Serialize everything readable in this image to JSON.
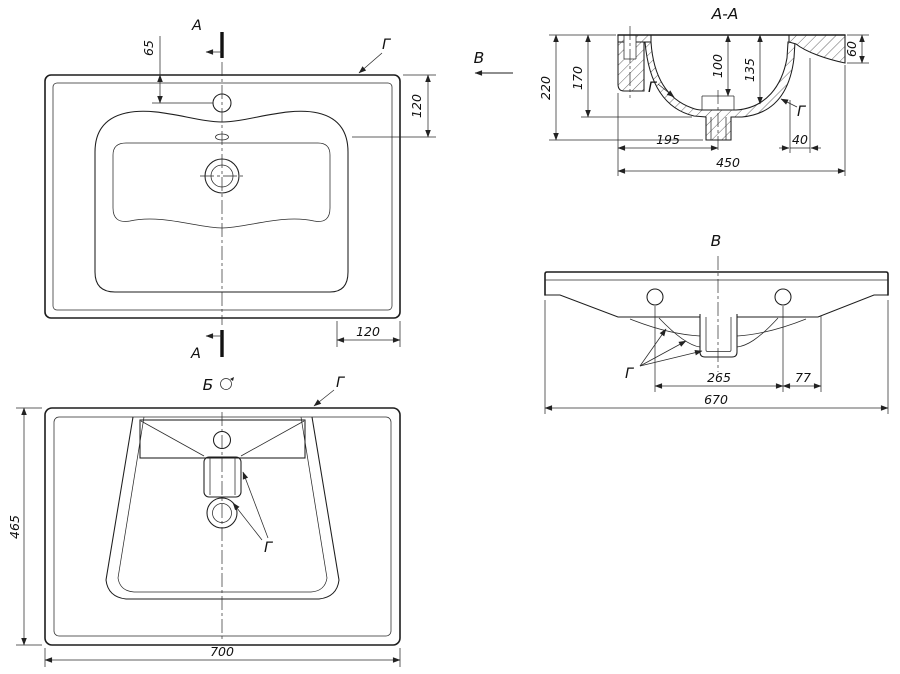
{
  "colors": {
    "line": "#1d1d1d",
    "background": "#ffffff"
  },
  "drawing": {
    "plan": {
      "section_label_top": "A",
      "section_label_bottom": "A",
      "detail_label": "Г",
      "dim_faucet_offset": "65",
      "dim_overflow_depth": "120",
      "dim_right_margin": "120"
    },
    "section": {
      "title": "А-А",
      "dim_total_height": "220",
      "dim_back_height": "170",
      "dim_bowl_depth": "100",
      "dim_drain_depth": "135",
      "dim_front_height": "60",
      "dim_drain_offset": "195",
      "dim_front_offset": "40",
      "dim_total_depth": "450",
      "detail_label_left": "Г",
      "detail_label_right": "Г"
    },
    "view_arrow": {
      "label": "В"
    },
    "front": {
      "title": "В",
      "detail_label": "Г",
      "dim_hole_spacing": "265",
      "dim_side_offset": "77",
      "dim_width": "670"
    },
    "bottom": {
      "title": "Б",
      "detail_label_top": "Г",
      "detail_label_inner": "Г",
      "dim_depth": "465",
      "dim_width": "700"
    }
  }
}
